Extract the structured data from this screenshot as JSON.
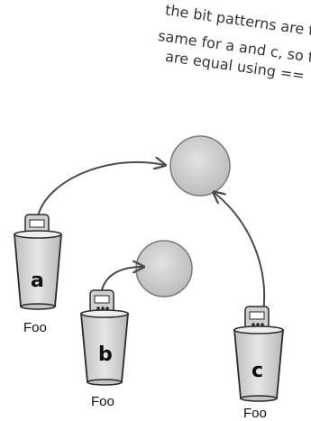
{
  "annotation": {
    "lines": [
      "the bit patterns are the",
      "same for a and c, so they",
      "are equal using =="
    ]
  },
  "cups": [
    {
      "id": "a",
      "letter": "a",
      "type_label": "Foo"
    },
    {
      "id": "b",
      "letter": "b",
      "type_label": "Foo"
    },
    {
      "id": "c",
      "letter": "c",
      "type_label": "Foo"
    }
  ],
  "colors": {
    "object_fill": "#d6d6d6",
    "object_stroke": "#7a7a7a",
    "cup_fill": "#d8d8d8",
    "cup_stroke": "#2a2a2a",
    "arrow": "#4a4a4a"
  }
}
